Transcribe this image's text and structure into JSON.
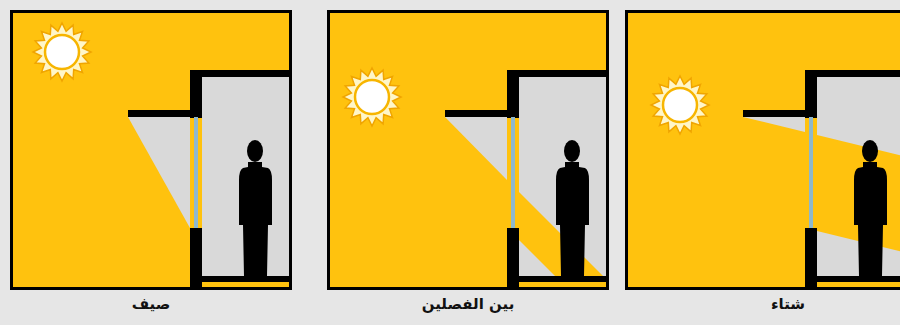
{
  "diagram": {
    "labels": [
      "صيف",
      "بين الفصلين",
      "شتاء"
    ]
  }
}
